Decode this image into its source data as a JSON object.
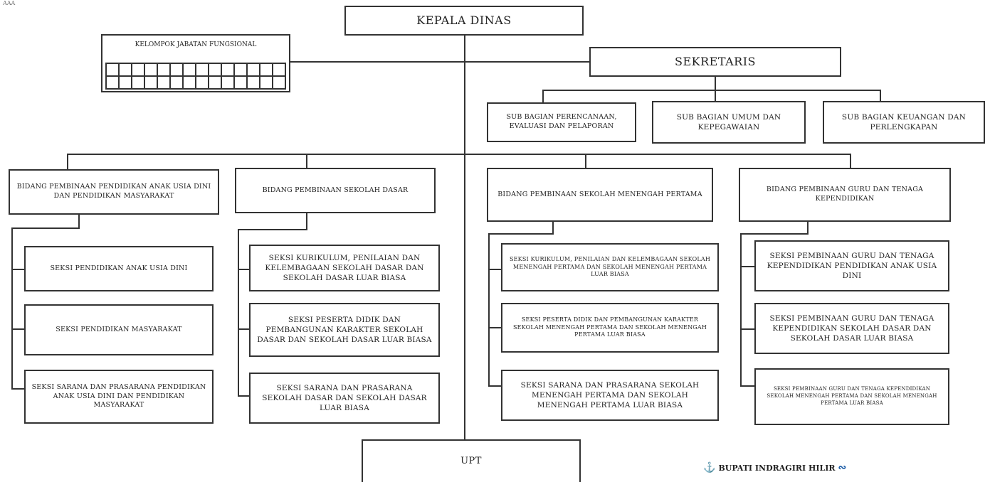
{
  "page_mark": "AAA",
  "kepala": "KEPALA DINAS",
  "jabatan_fungsional": "KELOMPOK JABATAN FUNGSIONAL",
  "sekretaris": "SEKRETARIS",
  "subbagian": [
    "SUB BAGIAN PERENCANAAN, EVALUASI DAN PELAPORAN",
    "SUB BAGIAN UMUM DAN KEPEGAWAIAN",
    "SUB BAGIAN KEUANGAN DAN PERLENGKAPAN"
  ],
  "bidang": [
    {
      "title": "BIDANG PEMBINAAN PENDIDIKAN ANAK USIA DINI DAN PENDIDIKAN MASYARAKAT",
      "seksi": [
        "SEKSI PENDIDIKAN ANAK USIA DINI",
        "SEKSI PENDIDIKAN MASYARAKAT",
        "SEKSI SARANA DAN PRASARANA PENDIDIKAN ANAK USIA DINI DAN PENDIDIKAN MASYARAKAT"
      ]
    },
    {
      "title": "BIDANG PEMBINAAN SEKOLAH DASAR",
      "seksi": [
        "SEKSI KURIKULUM, PENILAIAN DAN KELEMBAGAAN SEKOLAH DASAR DAN SEKOLAH DASAR LUAR BIASA",
        "SEKSI PESERTA DIDIK DAN PEMBANGUNAN KARAKTER SEKOLAH DASAR DAN SEKOLAH DASAR LUAR BIASA",
        "SEKSI SARANA DAN PRASARANA SEKOLAH DASAR DAN SEKOLAH DASAR LUAR BIASA"
      ]
    },
    {
      "title": "BIDANG PEMBINAAN SEKOLAH MENENGAH PERTAMA",
      "seksi": [
        "SEKSI KURIKULUM, PENILAIAN DAN KELEMBAGAAN SEKOLAH MENENGAH PERTAMA DAN SEKOLAH MENENGAH PERTAMA LUAR BIASA",
        "SEKSI PESERTA DIDIK DAN PEMBANGUNAN KARAKTER SEKOLAH MENENGAH PERTAMA DAN SEKOLAH MENENGAH PERTAMA LUAR BIASA",
        "SEKSI SARANA DAN PRASARANA SEKOLAH MENENGAH PERTAMA DAN SEKOLAH MENENGAH PERTAMA LUAR BIASA"
      ]
    },
    {
      "title": "BIDANG PEMBINAAN GURU DAN TENAGA KEPENDIDIKAN",
      "seksi": [
        "SEKSI PEMBINAAN GURU DAN TENAGA KEPENDIDIKAN PENDIDIKAN ANAK USIA DINI",
        "SEKSI PEMBINAAN GURU DAN TENAGA KEPENDIDIKAN SEKOLAH DASAR DAN SEKOLAH DASAR LUAR BIASA",
        "SEKSI PEMBINAAN GURU DAN TENAGA KEPENDIDIKAN SEKOLAH MENENGAH PERTAMA DAN SEKOLAH MENENGAH PERTAMA LUAR BIASA"
      ]
    }
  ],
  "upt": "UPT",
  "signature": "BUPATI INDRAGIRI HILIR"
}
